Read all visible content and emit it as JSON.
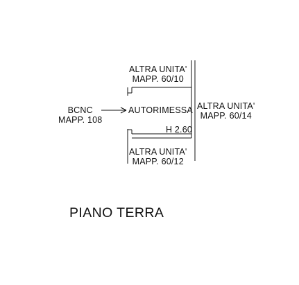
{
  "plan": {
    "labels": {
      "neighbor_top": {
        "line1": "ALTRA UNITA'",
        "line2": "MAPP. 60/10"
      },
      "bcnc": {
        "line1": "BCNC",
        "line2": "MAPP. 108"
      },
      "autorimessa": "AUTORIMESSA",
      "neighbor_right": {
        "line1": "ALTRA UNITA'",
        "line2": "MAPP. 60/14"
      },
      "height": "H 2.60",
      "neighbor_bottom": {
        "line1": "ALTRA UNITA'",
        "line2": "MAPP. 60/12"
      }
    },
    "title": "PIANO TERRA",
    "colors": {
      "line": "#111111",
      "background": "#ffffff"
    }
  }
}
